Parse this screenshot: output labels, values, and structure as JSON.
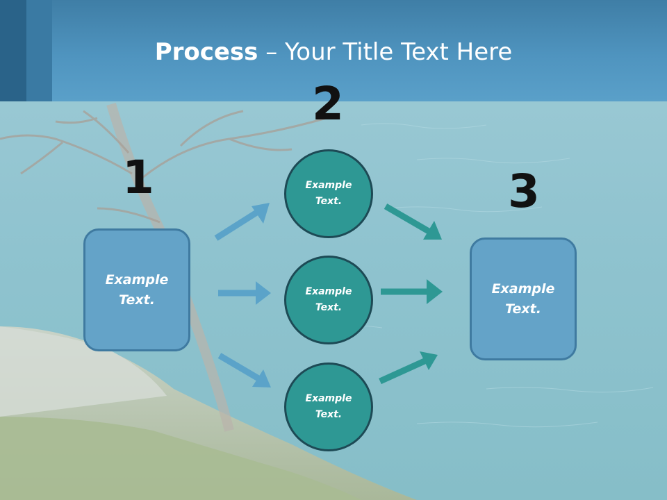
{
  "title": {
    "bold": "Process",
    "rest": " – Your Title Text Here"
  },
  "steps": {
    "one": "1",
    "two": "2",
    "three": "3"
  },
  "boxes": {
    "left": "Example\nText.",
    "right": "Example\nText."
  },
  "circles": {
    "top": "Example\nText.",
    "middle": "Example\nText.",
    "bottom": "Example\nText."
  },
  "colors": {
    "header": "#4f94bf",
    "box": "#64a3c8",
    "circle": "#2e9894",
    "arrow_in": "#5ba3c9",
    "arrow_out": "#2e9894"
  }
}
